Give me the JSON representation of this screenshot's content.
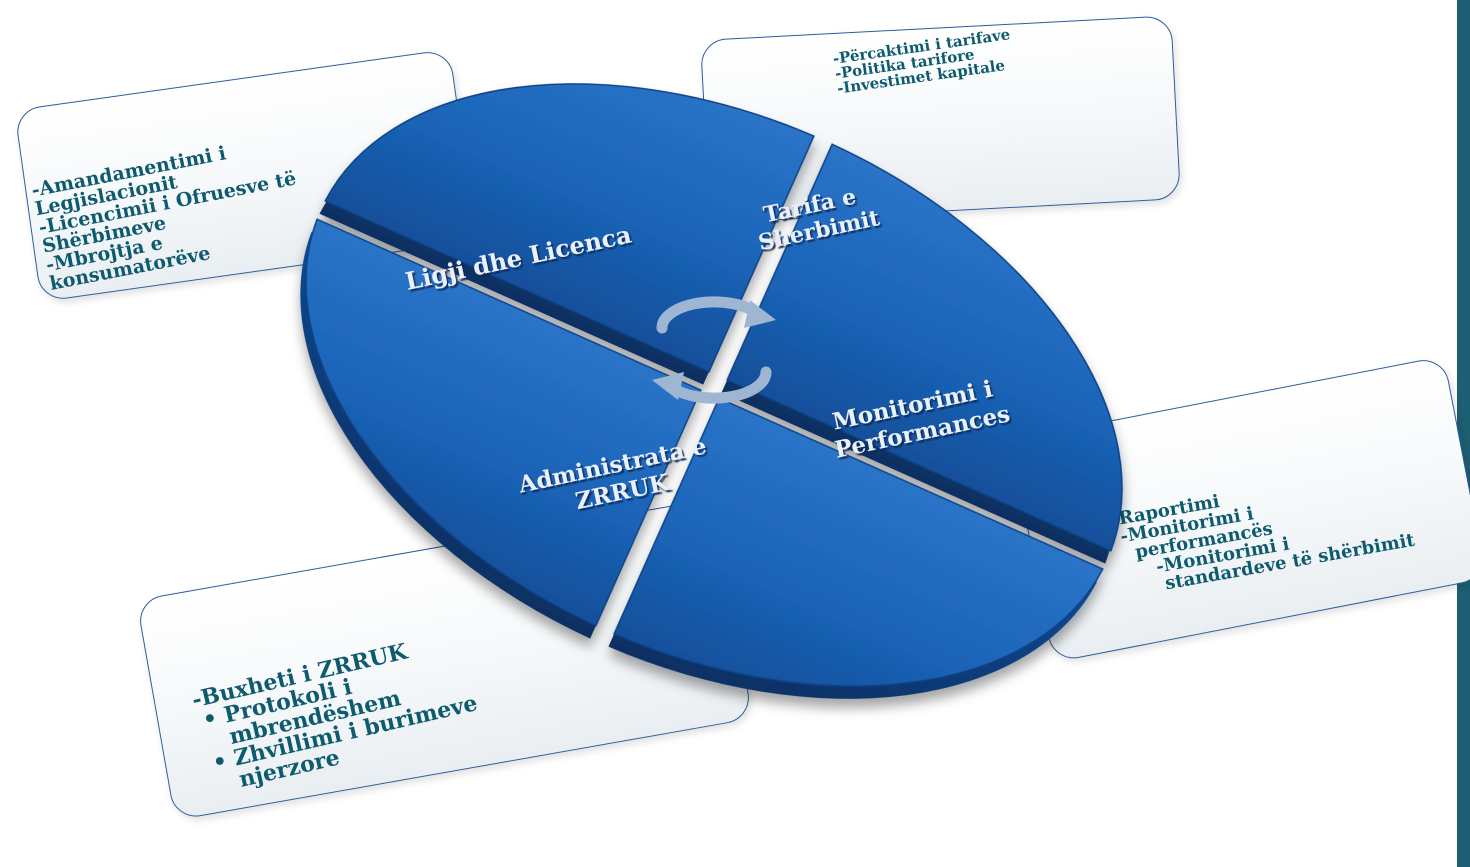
{
  "quadrants": {
    "top_left": "Ligji dhe Licenca",
    "top_right": [
      "Tarifa e",
      "Sherbimit"
    ],
    "bottom_right": [
      "Monitorimi i",
      "Performances"
    ],
    "bottom_left": [
      "Administrata e",
      "ZRRUK"
    ]
  },
  "cards": {
    "top_left": [
      "-Amandamentimi i",
      "Legjislacionit",
      "-Licencimii i Ofruesve të",
      "Shërbimeve",
      "-Mbrojtja e",
      "konsumatorëve"
    ],
    "top_right": [
      "-Përcaktimi i tarifave",
      "-Politika tarifore",
      "-Investimet kapitale"
    ],
    "bottom_right": [
      "-Raportimi",
      "-Monitorimi i",
      "performancës",
      "-Monitorimi i",
      "standardeve të shërbimit"
    ],
    "bottom_left": [
      "-Buxheti i ZRRUK",
      "• Protokoli i",
      "mbrendëshem",
      "• Zhvillimi i burimeve",
      "njerzore"
    ]
  },
  "colors": {
    "quadrant_fill": "#1b64b8",
    "quadrant_dark": "#0b3f80",
    "card_text": "#0e5a6e",
    "card_border": "#2e5d9a",
    "cycle_arrows": "#9fb6d3",
    "side_bar": "#1d5f73"
  },
  "icons": {
    "center": "cycle-arrows-icon"
  }
}
